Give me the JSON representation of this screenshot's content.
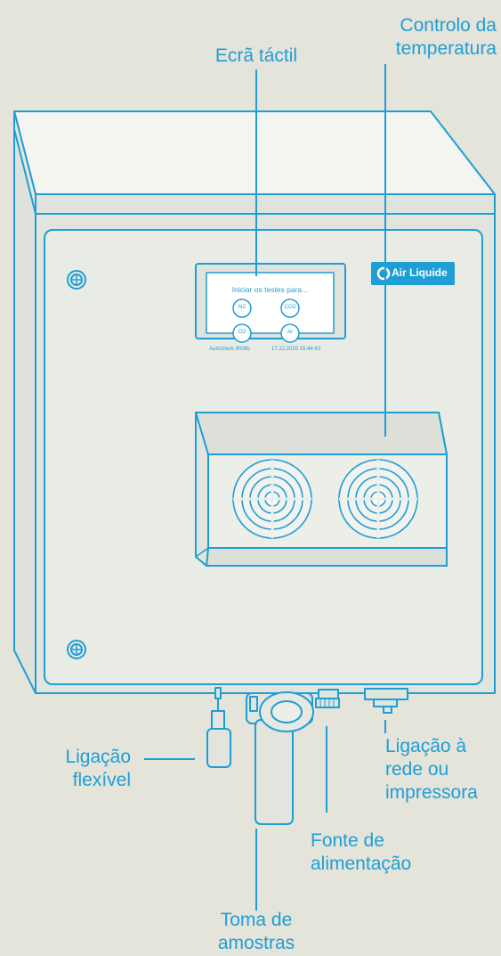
{
  "labels": {
    "touchscreen": "Ecrã táctil",
    "temperature": [
      "Controlo da",
      "temperatura"
    ],
    "flexible": [
      "Ligação",
      "flexível"
    ],
    "network": [
      "Ligação à",
      "rede ou",
      "impressora"
    ],
    "power": [
      "Fonte de",
      "alimentação"
    ],
    "sample": [
      "Toma de",
      "amostras"
    ]
  },
  "screen": {
    "prompt": "Iniciar os testes para...",
    "gases": [
      "N2",
      "CO2",
      "O2",
      "Ar"
    ],
    "footer_left": "Autocheck 9008s",
    "footer_right": "17.12.2020 15:44:43"
  },
  "brand": "Air Liquide",
  "colors": {
    "accent": "#1f9ed6",
    "background": "#e4e4da",
    "panel": "#e9ebe5",
    "roof": "#f4f5f0"
  }
}
